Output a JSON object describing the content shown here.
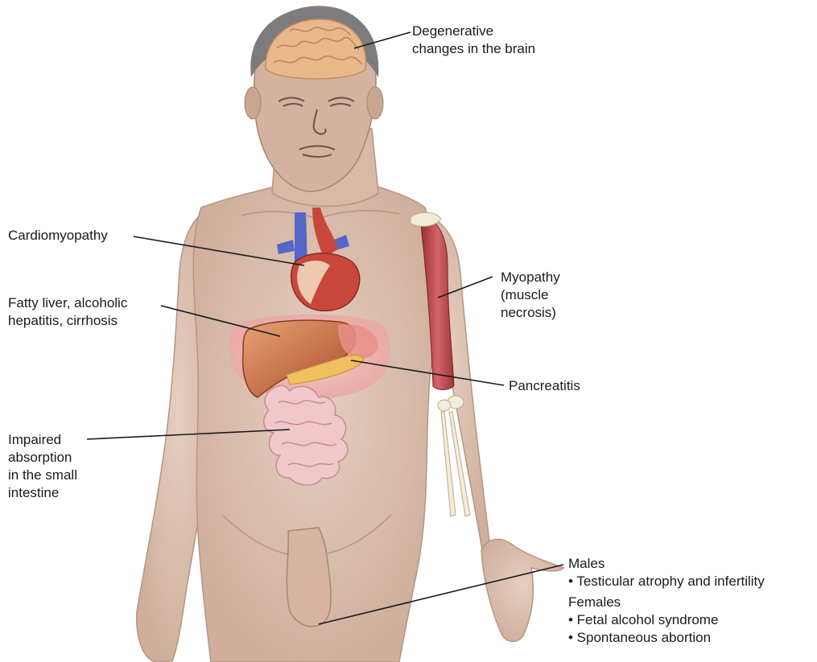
{
  "labels": {
    "brain": [
      "Degenerative",
      "changes in the brain"
    ],
    "cardio": [
      "Cardiomyopathy"
    ],
    "liver": [
      "Fatty liver, alcoholic",
      "hepatitis, cirrhosis"
    ],
    "myopathy": [
      "Myopathy",
      "(muscle",
      "necrosis)"
    ],
    "pancreatitis": [
      "Pancreatitis"
    ],
    "intestine": [
      "Impaired",
      "absorption",
      "in the small",
      "intestine"
    ],
    "males_heading": "Males",
    "males_items": [
      "• Testicular atrophy and infertility"
    ],
    "females_heading": "Females",
    "females_items": [
      "• Fetal alcohol syndrome",
      "• Spontaneous abortion"
    ]
  },
  "colors": {
    "skin": "#dcc1b0",
    "skin_shadow": "#c6a593",
    "brain": "#e7b98a",
    "heart": "#c9473a",
    "vessel_blue": "#5566c8",
    "liver": "#b85a35",
    "pancreas": "#f0c060",
    "intestine": "#f0c8cc",
    "muscle": "#c0474a",
    "leader": "#1a1a1a"
  }
}
